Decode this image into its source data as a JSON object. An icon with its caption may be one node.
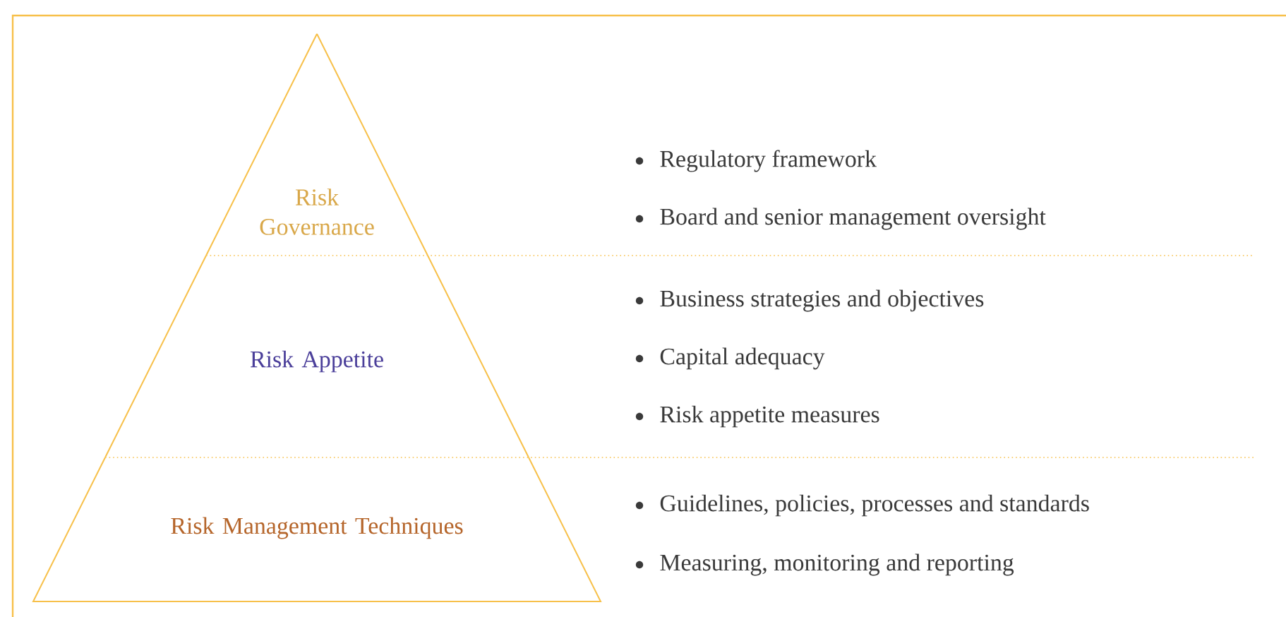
{
  "diagram": {
    "nodes": [
      {
        "text": [
          "Risk Governance"
        ],
        "beside": [
          "Regulatory framework",
          "Board and senior management oversight"
        ]
      },
      {
        "text": [
          "Risk Appetite"
        ],
        "beside": [
          "Business strategies and objectives",
          "Capital adequacy",
          "Risk appetite measures"
        ]
      },
      {
        "text": [
          "Risk Management Techniques"
        ],
        "beside": [
          "Guidelines, policies, processes and standards",
          "Measuring, monitoring and reporting"
        ]
      }
    ]
  }
}
